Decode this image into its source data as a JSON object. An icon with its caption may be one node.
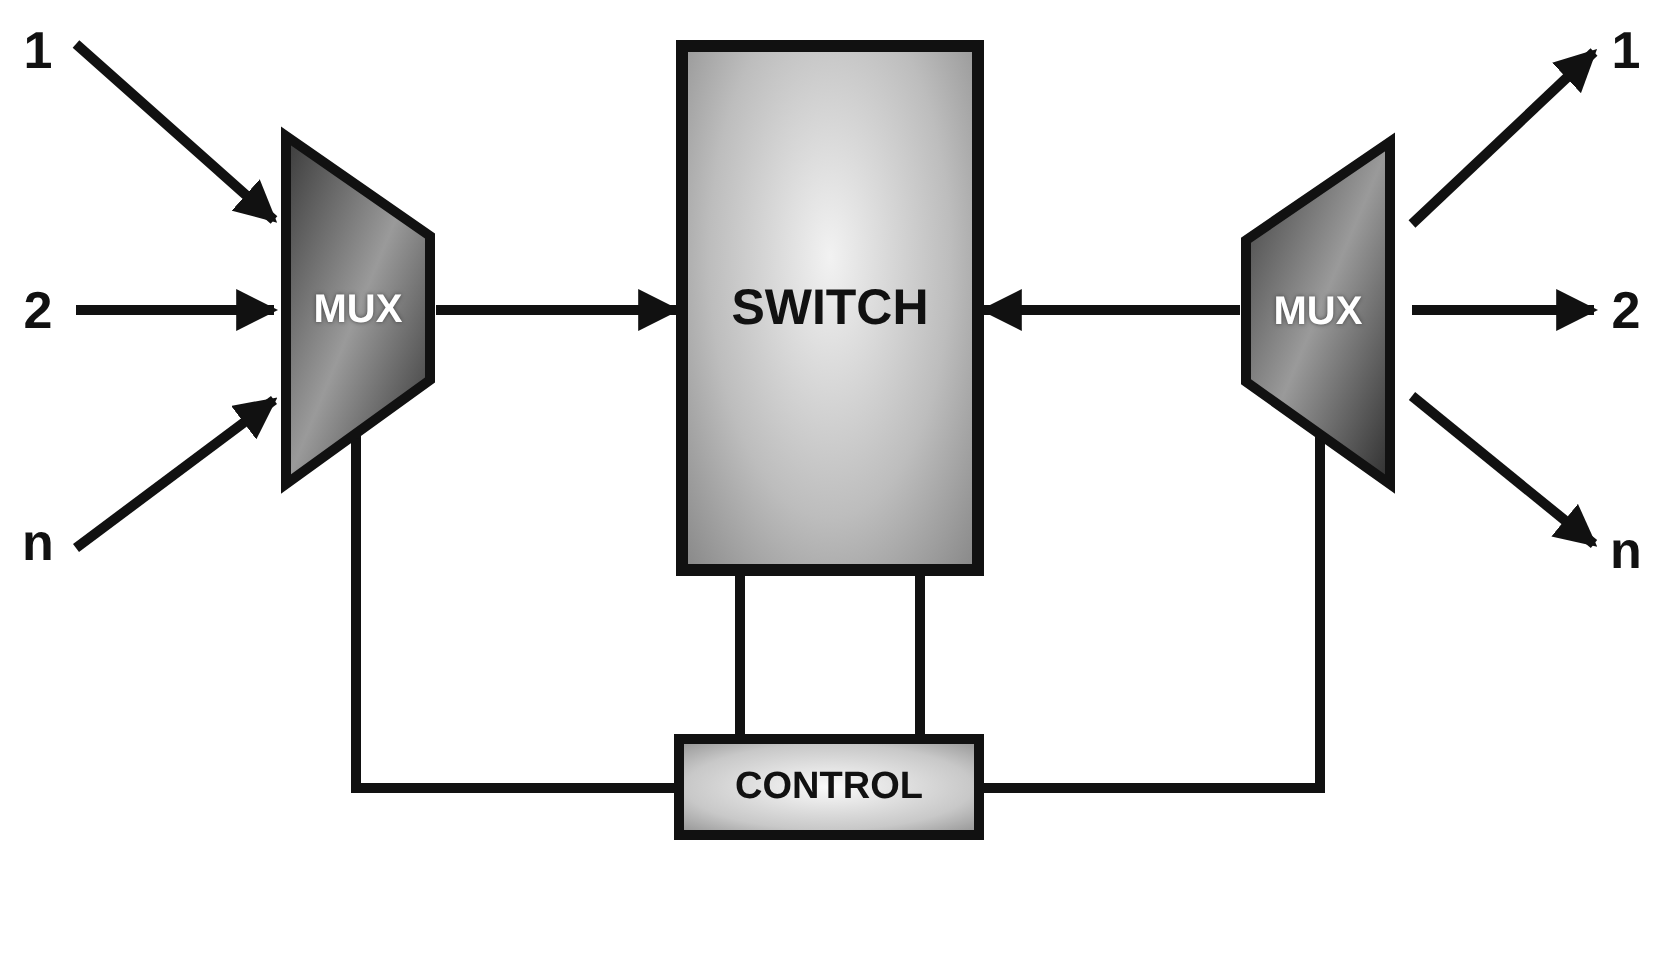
{
  "diagram": {
    "nodes": [
      {
        "text": [
          "1"
        ]
      },
      {
        "text": [
          "2"
        ]
      },
      {
        "text": [
          "n"
        ]
      },
      {
        "text": [
          "MUX"
        ]
      },
      {
        "text": [
          "SWITCH"
        ]
      },
      {
        "text": [
          "MUX"
        ]
      },
      {
        "text": [
          "1"
        ]
      },
      {
        "text": [
          "2"
        ]
      },
      {
        "text": [
          "n"
        ]
      },
      {
        "text": [
          "CONTROL"
        ]
      }
    ],
    "edges": [
      {
        "from": 0,
        "to": 3,
        "arrow": "to"
      },
      {
        "from": 1,
        "to": 3,
        "arrow": "to"
      },
      {
        "from": 2,
        "to": 3,
        "arrow": "to"
      },
      {
        "from": 3,
        "to": 4,
        "arrow": "to"
      },
      {
        "from": 5,
        "to": 4,
        "arrow": "to"
      },
      {
        "from": 5,
        "to": 6,
        "arrow": "to"
      },
      {
        "from": 5,
        "to": 7,
        "arrow": "to"
      },
      {
        "from": 5,
        "to": 8,
        "arrow": "to"
      },
      {
        "from": 3,
        "to": 9,
        "arrow": "none"
      },
      {
        "from": 4,
        "to": 9,
        "arrow": "none"
      },
      {
        "from": 4,
        "to": 9,
        "arrow": "none"
      },
      {
        "from": 5,
        "to": 9,
        "arrow": "none"
      }
    ]
  }
}
